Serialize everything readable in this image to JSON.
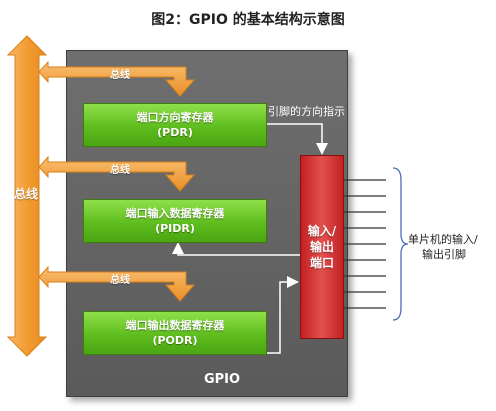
{
  "title": "图2：GPIO 的基本结构示意图",
  "bus": {
    "main_label": "总线",
    "branch_label": "总线"
  },
  "registers": [
    {
      "name": "端口方向寄存器",
      "abbr": "(PDR)"
    },
    {
      "name": "端口输入数据寄存器",
      "abbr": "(PIDR)"
    },
    {
      "name": "端口输出数据寄存器",
      "abbr": "(PODR)"
    }
  ],
  "port": {
    "line1": "输入/",
    "line2": "输出",
    "line3": "端口"
  },
  "gpio_label": "GPIO",
  "annotations": {
    "pin_direction": "引脚的方向指示",
    "mcu_line1": "单片机的输入/",
    "mcu_line2": "输出引脚"
  },
  "colors": {
    "bus": "#f5a54a",
    "register": "#5fbd1e",
    "port": "#d43a3a",
    "gpio_box": "#666666",
    "pin_bracket": "#4a6fb5"
  },
  "pin_count": 9
}
